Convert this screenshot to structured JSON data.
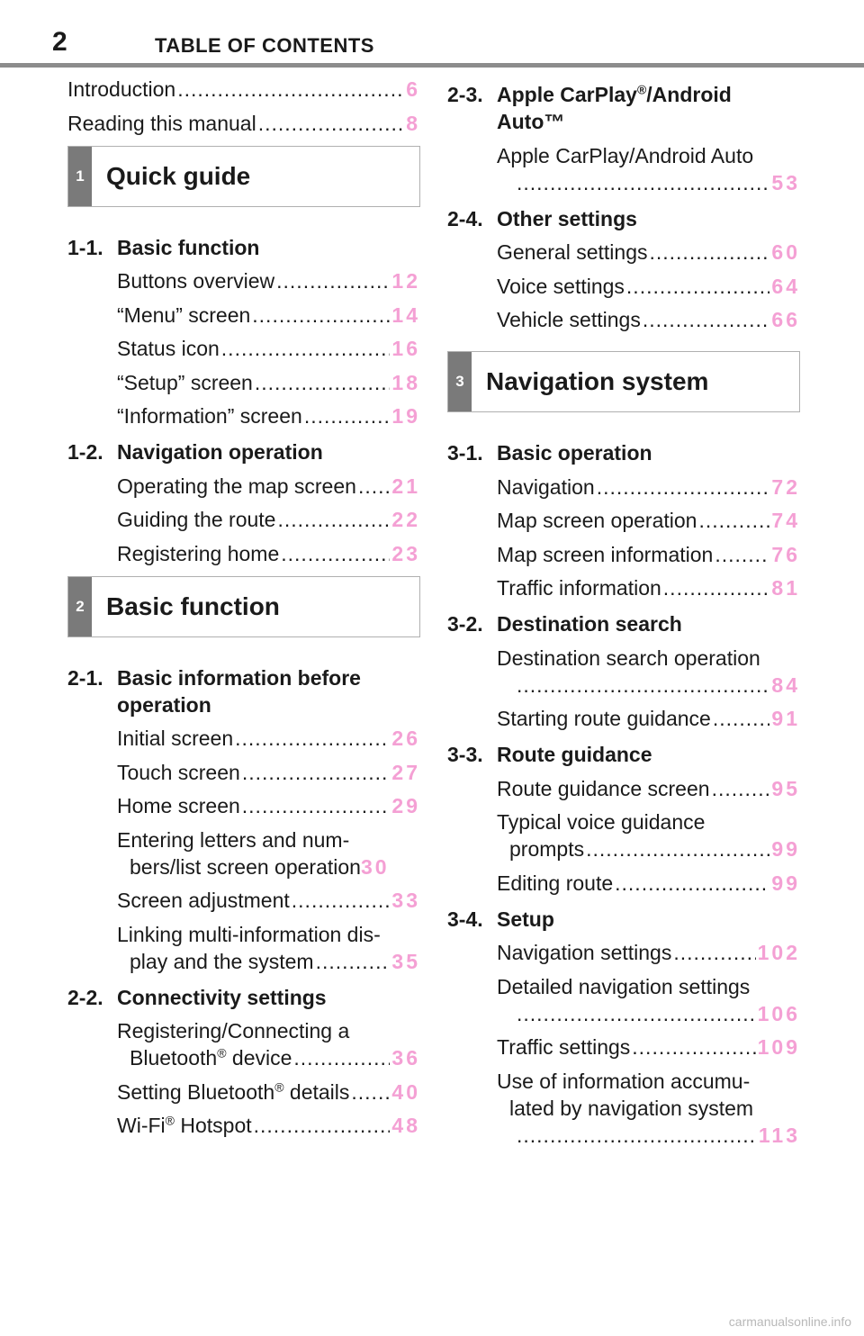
{
  "header": {
    "page_number": "2",
    "title": "TABLE OF CONTENTS"
  },
  "intro": [
    {
      "title": "Introduction",
      "page": "6"
    },
    {
      "title": "Reading this manual",
      "page": "8"
    }
  ],
  "sections": {
    "s1": {
      "num": "1",
      "title": "Quick guide"
    },
    "s2": {
      "num": "2",
      "title": "Basic function"
    },
    "s3": {
      "num": "3",
      "title": "Navigation system"
    }
  },
  "left": {
    "h11": {
      "num": "1-1.",
      "name": "Basic function"
    },
    "e11": [
      {
        "title": "Buttons overview",
        "page": "12"
      },
      {
        "title": "“Menu” screen",
        "page": "14"
      },
      {
        "title": "Status icon",
        "page": "16"
      },
      {
        "title": "“Setup” screen",
        "page": "18"
      },
      {
        "title": "“Information” screen",
        "page": "19"
      }
    ],
    "h12": {
      "num": "1-2.",
      "name": "Navigation operation"
    },
    "e12": [
      {
        "title": "Operating the map screen",
        "page": "21"
      },
      {
        "title": "Guiding the route",
        "page": "22"
      },
      {
        "title": "Registering home",
        "page": "23"
      }
    ],
    "h21": {
      "num": "2-1.",
      "name": "Basic information before operation"
    },
    "e21a": [
      {
        "title": "Initial screen",
        "page": "26"
      },
      {
        "title": "Touch screen",
        "page": "27"
      },
      {
        "title": "Home screen",
        "page": "29"
      }
    ],
    "letters": {
      "l1": "Entering letters and num-",
      "l2": "bers/list screen operation",
      "page": "30"
    },
    "adjust": {
      "title": "Screen adjustment",
      "page": "33"
    },
    "linking": {
      "l1": "Linking multi-information dis-",
      "l2": "play and the system",
      "page": "35"
    },
    "h22": {
      "num": "2-2.",
      "name": "Connectivity settings"
    },
    "bt1": {
      "l1": "Registering/Connecting a",
      "l2a": "Bluetooth",
      "l2b": " device",
      "page": "36"
    },
    "bt2": {
      "a": "Setting Bluetooth",
      "b": " details",
      "page": "40"
    },
    "wifi": {
      "a": "Wi-Fi",
      "b": " Hotspot",
      "page": "48"
    }
  },
  "right": {
    "h23": {
      "num": "2-3.",
      "name_a": "Apple CarPlay",
      "name_b": "/Android Auto™"
    },
    "carplay": {
      "l1": "Apple CarPlay/Android Auto",
      "page": "53"
    },
    "h24": {
      "num": "2-4.",
      "name": "Other settings"
    },
    "e24": [
      {
        "title": "General settings",
        "page": "60"
      },
      {
        "title": "Voice settings",
        "page": "64"
      },
      {
        "title": "Vehicle settings",
        "page": "66"
      }
    ],
    "h31": {
      "num": "3-1.",
      "name": "Basic operation"
    },
    "e31": [
      {
        "title": "Navigation",
        "page": "72"
      },
      {
        "title": "Map screen operation",
        "page": "74"
      },
      {
        "title": "Map screen information",
        "page": "76"
      },
      {
        "title": "Traffic information",
        "page": "81"
      }
    ],
    "h32": {
      "num": "3-2.",
      "name": "Destination search"
    },
    "destop": {
      "l1": "Destination search operation",
      "page": "84"
    },
    "startguide": {
      "title": "Starting route guidance",
      "page": "91"
    },
    "h33": {
      "num": "3-3.",
      "name": "Route guidance"
    },
    "rgscreen": {
      "title": "Route guidance screen",
      "page": "95"
    },
    "typical": {
      "l1": "Typical voice guidance",
      "l2": "prompts",
      "page": "99"
    },
    "editing": {
      "title": "Editing route",
      "page": "99"
    },
    "h34": {
      "num": "3-4.",
      "name": "Setup"
    },
    "navset": {
      "title": "Navigation settings",
      "page": "102"
    },
    "detailed": {
      "l1": "Detailed navigation settings",
      "page": "106"
    },
    "traffic": {
      "title": "Traffic settings",
      "page": "109"
    },
    "useinfo": {
      "l1": "Use of information accumu-",
      "l2": "lated by navigation system",
      "page": "113"
    }
  },
  "symbols": {
    "reg": "®"
  },
  "watermark": "carmanualsonline.info"
}
